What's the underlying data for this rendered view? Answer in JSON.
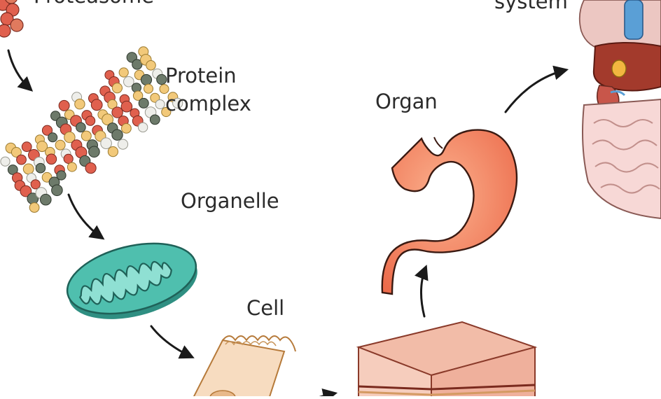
{
  "labels": {
    "proteasome": "Proteasome",
    "protein_complex": [
      "Protein",
      "complex"
    ],
    "organelle": "Organelle",
    "cell": "Cell",
    "organ": "Organ",
    "organ_system": "system"
  },
  "colors": {
    "background": "#ffffff",
    "text": "#2b2b2b",
    "arrow": "#1a1a1a",
    "atom_red": "#e0604e",
    "atom_yellow": "#f2c97a",
    "atom_dark": "#6d7a6a",
    "atom_white": "#eeeeea",
    "mitochondrion": "#4fbfae",
    "cell": "#f7dcc0",
    "stomach": "#f48a6a",
    "tissue": "#f2bca8",
    "liver": "#a33a2c",
    "intestine": "#f7d8d6"
  }
}
